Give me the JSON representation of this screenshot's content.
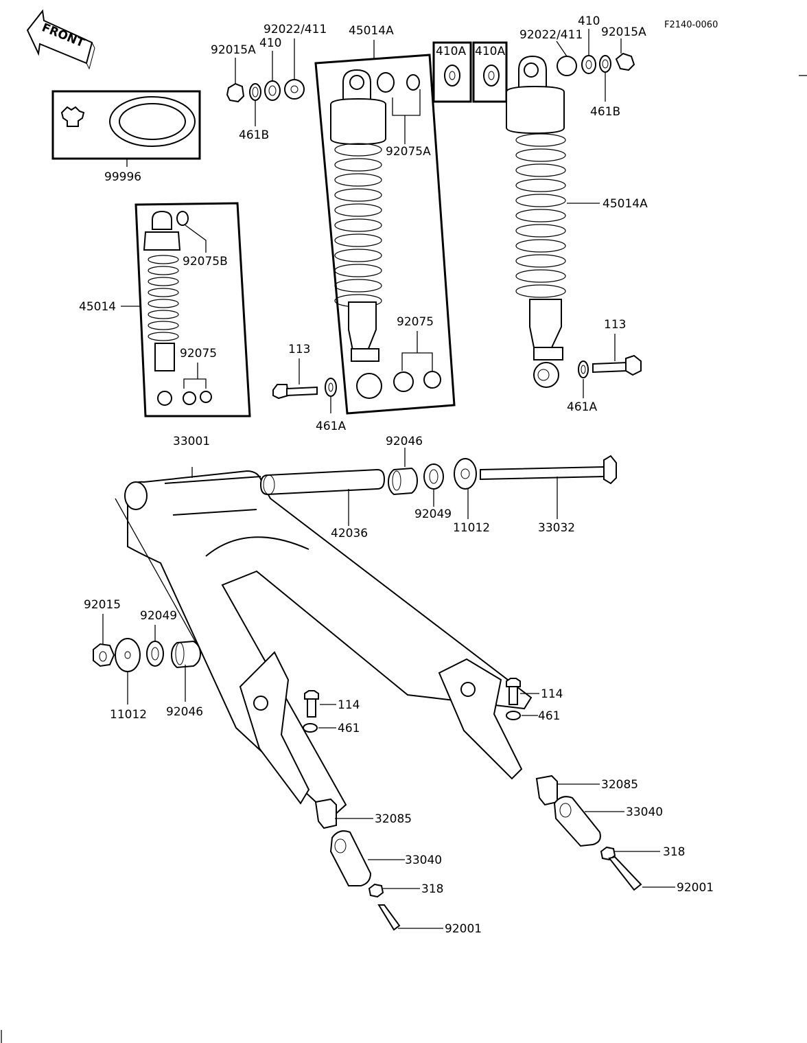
{
  "diagram_code": "F2140-0060",
  "front_arrow_label": "FRONT",
  "parts": {
    "p92022_411_left": "92022/411",
    "p45014A_top": "45014A",
    "p410_left": "410",
    "p92015A_left": "92015A",
    "p461B_left": "461B",
    "p410A_1": "410A",
    "p410A_2": "410A",
    "p410_right": "410",
    "p92022_411_right": "92022/411",
    "p92015A_right": "92015A",
    "p461B_right": "461B",
    "p92075A": "92075A",
    "p99996": "99996",
    "p45014A_right": "45014A",
    "p92075B": "92075B",
    "p45014": "45014",
    "p92075_left": "92075",
    "p92075_mid": "92075",
    "p113_left": "113",
    "p113_right": "113",
    "p461A_left": "461A",
    "p461A_right": "461A",
    "p33001": "33001",
    "p92046_top": "92046",
    "p42036": "42036",
    "p92049_top": "92049",
    "p11012_top": "11012",
    "p33032": "33032",
    "p92015": "92015",
    "p92049_left": "92049",
    "p11012_left": "11012",
    "p92046_left": "92046",
    "p114_left": "114",
    "p461_left": "461",
    "p114_right": "114",
    "p461_right": "461",
    "p32085_right": "32085",
    "p33040_right": "33040",
    "p318_right": "318",
    "p92001_right": "92001",
    "p32085_left": "32085",
    "p33040_left": "33040",
    "p318_left": "318",
    "p92001_left": "92001"
  }
}
